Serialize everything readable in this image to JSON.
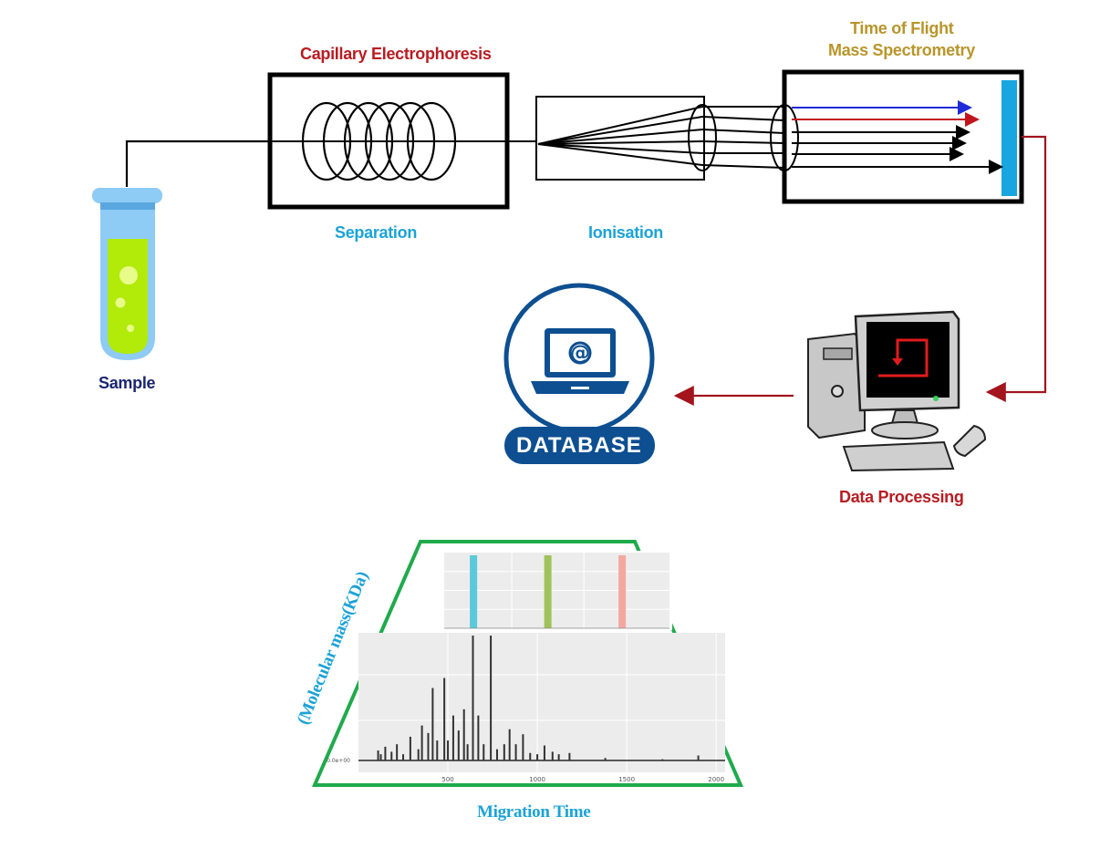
{
  "labels": {
    "capillary": "Capillary Electrophoresis",
    "tof_line1": "Time of Flight",
    "tof_line2": "Mass Spectrometry",
    "separation": "Separation",
    "ionisation": "Ionisation",
    "sample": "Sample",
    "database": "DATABASE",
    "data_processing": "Data Processing",
    "migration_time": "Migration Time",
    "molecular_mass": "(Molecular mass(KDa)"
  },
  "database_icon": "at-sign-laptop-icon",
  "computer_icon": "desktop-computer-icon",
  "sample_icon": "test-tube-icon",
  "colors": {
    "capillary": "#b81c22",
    "tof": "#b8952a",
    "cyan": "#1ba3d6",
    "sample": "#1a2670",
    "database_blue": "#0d4f91",
    "processing": "#b81c22",
    "flow_arrow": "#a3141c",
    "frame_green": "#1faa4c",
    "tube_liquid": "#b2ea0a",
    "tube_glass": "#8ecbf5",
    "detector": "#17a6e0"
  },
  "chart_data": [
    {
      "type": "bar",
      "description_role": "main spectrum",
      "x_ticks": [
        "500",
        "1000",
        "1500",
        "2000"
      ],
      "y_ticks": [
        "0.0e+00"
      ],
      "xlim": [
        0,
        2050
      ],
      "ylabel": "(Molecular mass(KDa)",
      "xlabel": "Migration Time",
      "grid": true,
      "peaks": [
        {
          "x": 110,
          "y": 0.08
        },
        {
          "x": 125,
          "y": 0.05
        },
        {
          "x": 150,
          "y": 0.11
        },
        {
          "x": 185,
          "y": 0.07
        },
        {
          "x": 215,
          "y": 0.13
        },
        {
          "x": 250,
          "y": 0.05
        },
        {
          "x": 290,
          "y": 0.19
        },
        {
          "x": 335,
          "y": 0.09
        },
        {
          "x": 355,
          "y": 0.28
        },
        {
          "x": 390,
          "y": 0.22
        },
        {
          "x": 415,
          "y": 0.58
        },
        {
          "x": 440,
          "y": 0.16
        },
        {
          "x": 480,
          "y": 0.66
        },
        {
          "x": 500,
          "y": 0.16
        },
        {
          "x": 530,
          "y": 0.36
        },
        {
          "x": 560,
          "y": 0.24
        },
        {
          "x": 590,
          "y": 0.41
        },
        {
          "x": 610,
          "y": 0.13
        },
        {
          "x": 640,
          "y": 1.0
        },
        {
          "x": 670,
          "y": 0.36
        },
        {
          "x": 700,
          "y": 0.13
        },
        {
          "x": 740,
          "y": 1.0
        },
        {
          "x": 775,
          "y": 0.09
        },
        {
          "x": 815,
          "y": 0.13
        },
        {
          "x": 845,
          "y": 0.25
        },
        {
          "x": 880,
          "y": 0.13
        },
        {
          "x": 920,
          "y": 0.21
        },
        {
          "x": 960,
          "y": 0.06
        },
        {
          "x": 1000,
          "y": 0.05
        },
        {
          "x": 1040,
          "y": 0.12
        },
        {
          "x": 1085,
          "y": 0.07
        },
        {
          "x": 1120,
          "y": 0.05
        },
        {
          "x": 1180,
          "y": 0.06
        },
        {
          "x": 1380,
          "y": 0.02
        },
        {
          "x": 1700,
          "y": 0.01
        },
        {
          "x": 1900,
          "y": 0.04
        }
      ]
    },
    {
      "type": "bar",
      "description_role": "inset",
      "bars": [
        {
          "x": 0.13,
          "color": "#5bc9d9"
        },
        {
          "x": 0.46,
          "color": "#9fc25a"
        },
        {
          "x": 0.79,
          "color": "#f2a8a1"
        }
      ]
    }
  ]
}
